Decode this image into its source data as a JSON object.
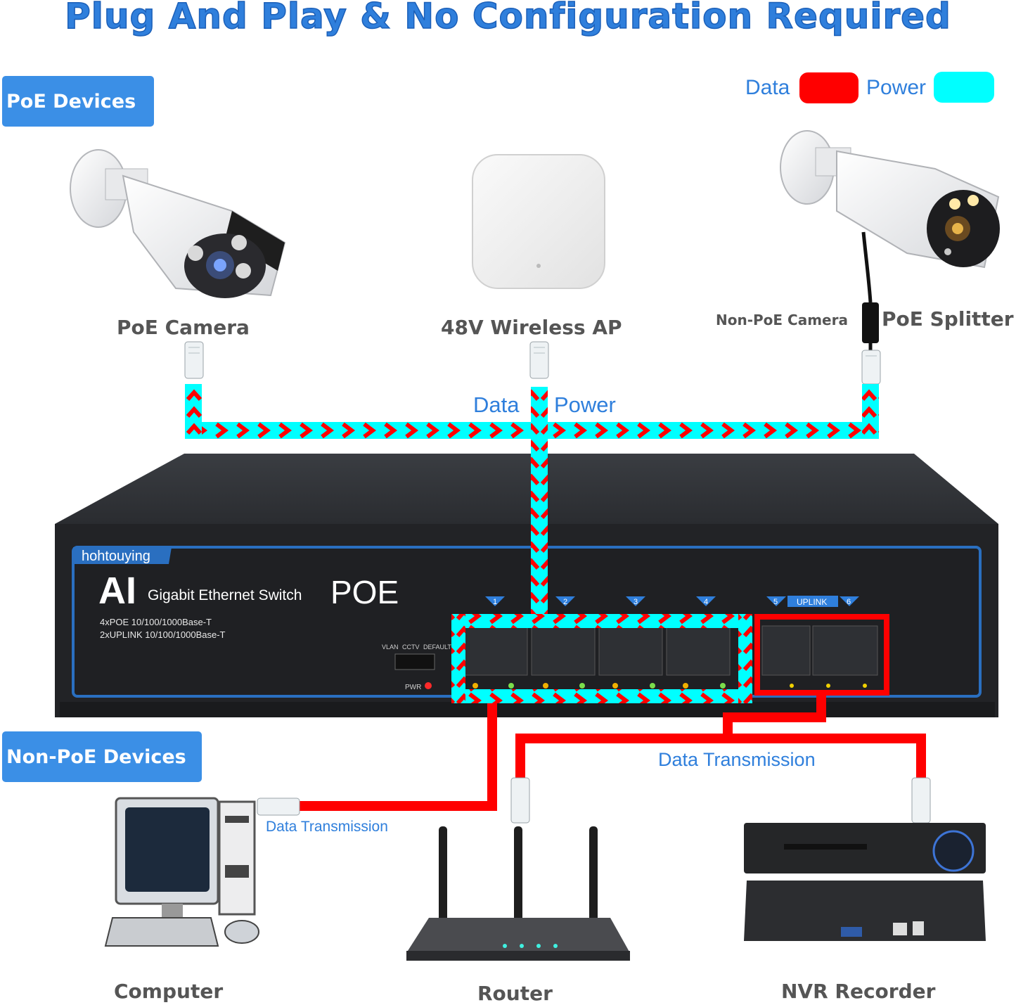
{
  "headline": "Plug And Play & No Configuration Required",
  "badges": {
    "poe": "PoE Devices",
    "nonpoe": "Non-PoE Devices"
  },
  "legend": {
    "data_label": "Data",
    "power_label": "Power",
    "data_color": "#ff0000",
    "power_color": "#00ffff"
  },
  "devices": {
    "poe_camera": "PoE Camera",
    "wireless_ap": "48V Wireless AP",
    "nonpoe_camera": "Non-PoE Camera",
    "poe_splitter": "PoE Splitter",
    "computer": "Computer",
    "router": "Router",
    "nvr": "NVR Recorder"
  },
  "cable_labels": {
    "data": "Data",
    "power": "Power",
    "data_transmission_right": "Data Transmission",
    "data_transmission_left": "Data Transmission"
  },
  "switch": {
    "brand": "hohtouying",
    "ai": "AI",
    "subtitle": "Gigabit Ethernet Switch",
    "poe": "POE",
    "spec1": "4xPOE 10/100/1000Base-T",
    "spec2": "2xUPLINK 10/100/1000Base-T",
    "mode_vlan": "VLAN",
    "mode_cctv": "CCTV",
    "mode_default": "DEFAULT",
    "pwr": "PWR",
    "uplink": "UPLINK",
    "ports": [
      "1",
      "2",
      "3",
      "4",
      "5",
      "6"
    ]
  }
}
